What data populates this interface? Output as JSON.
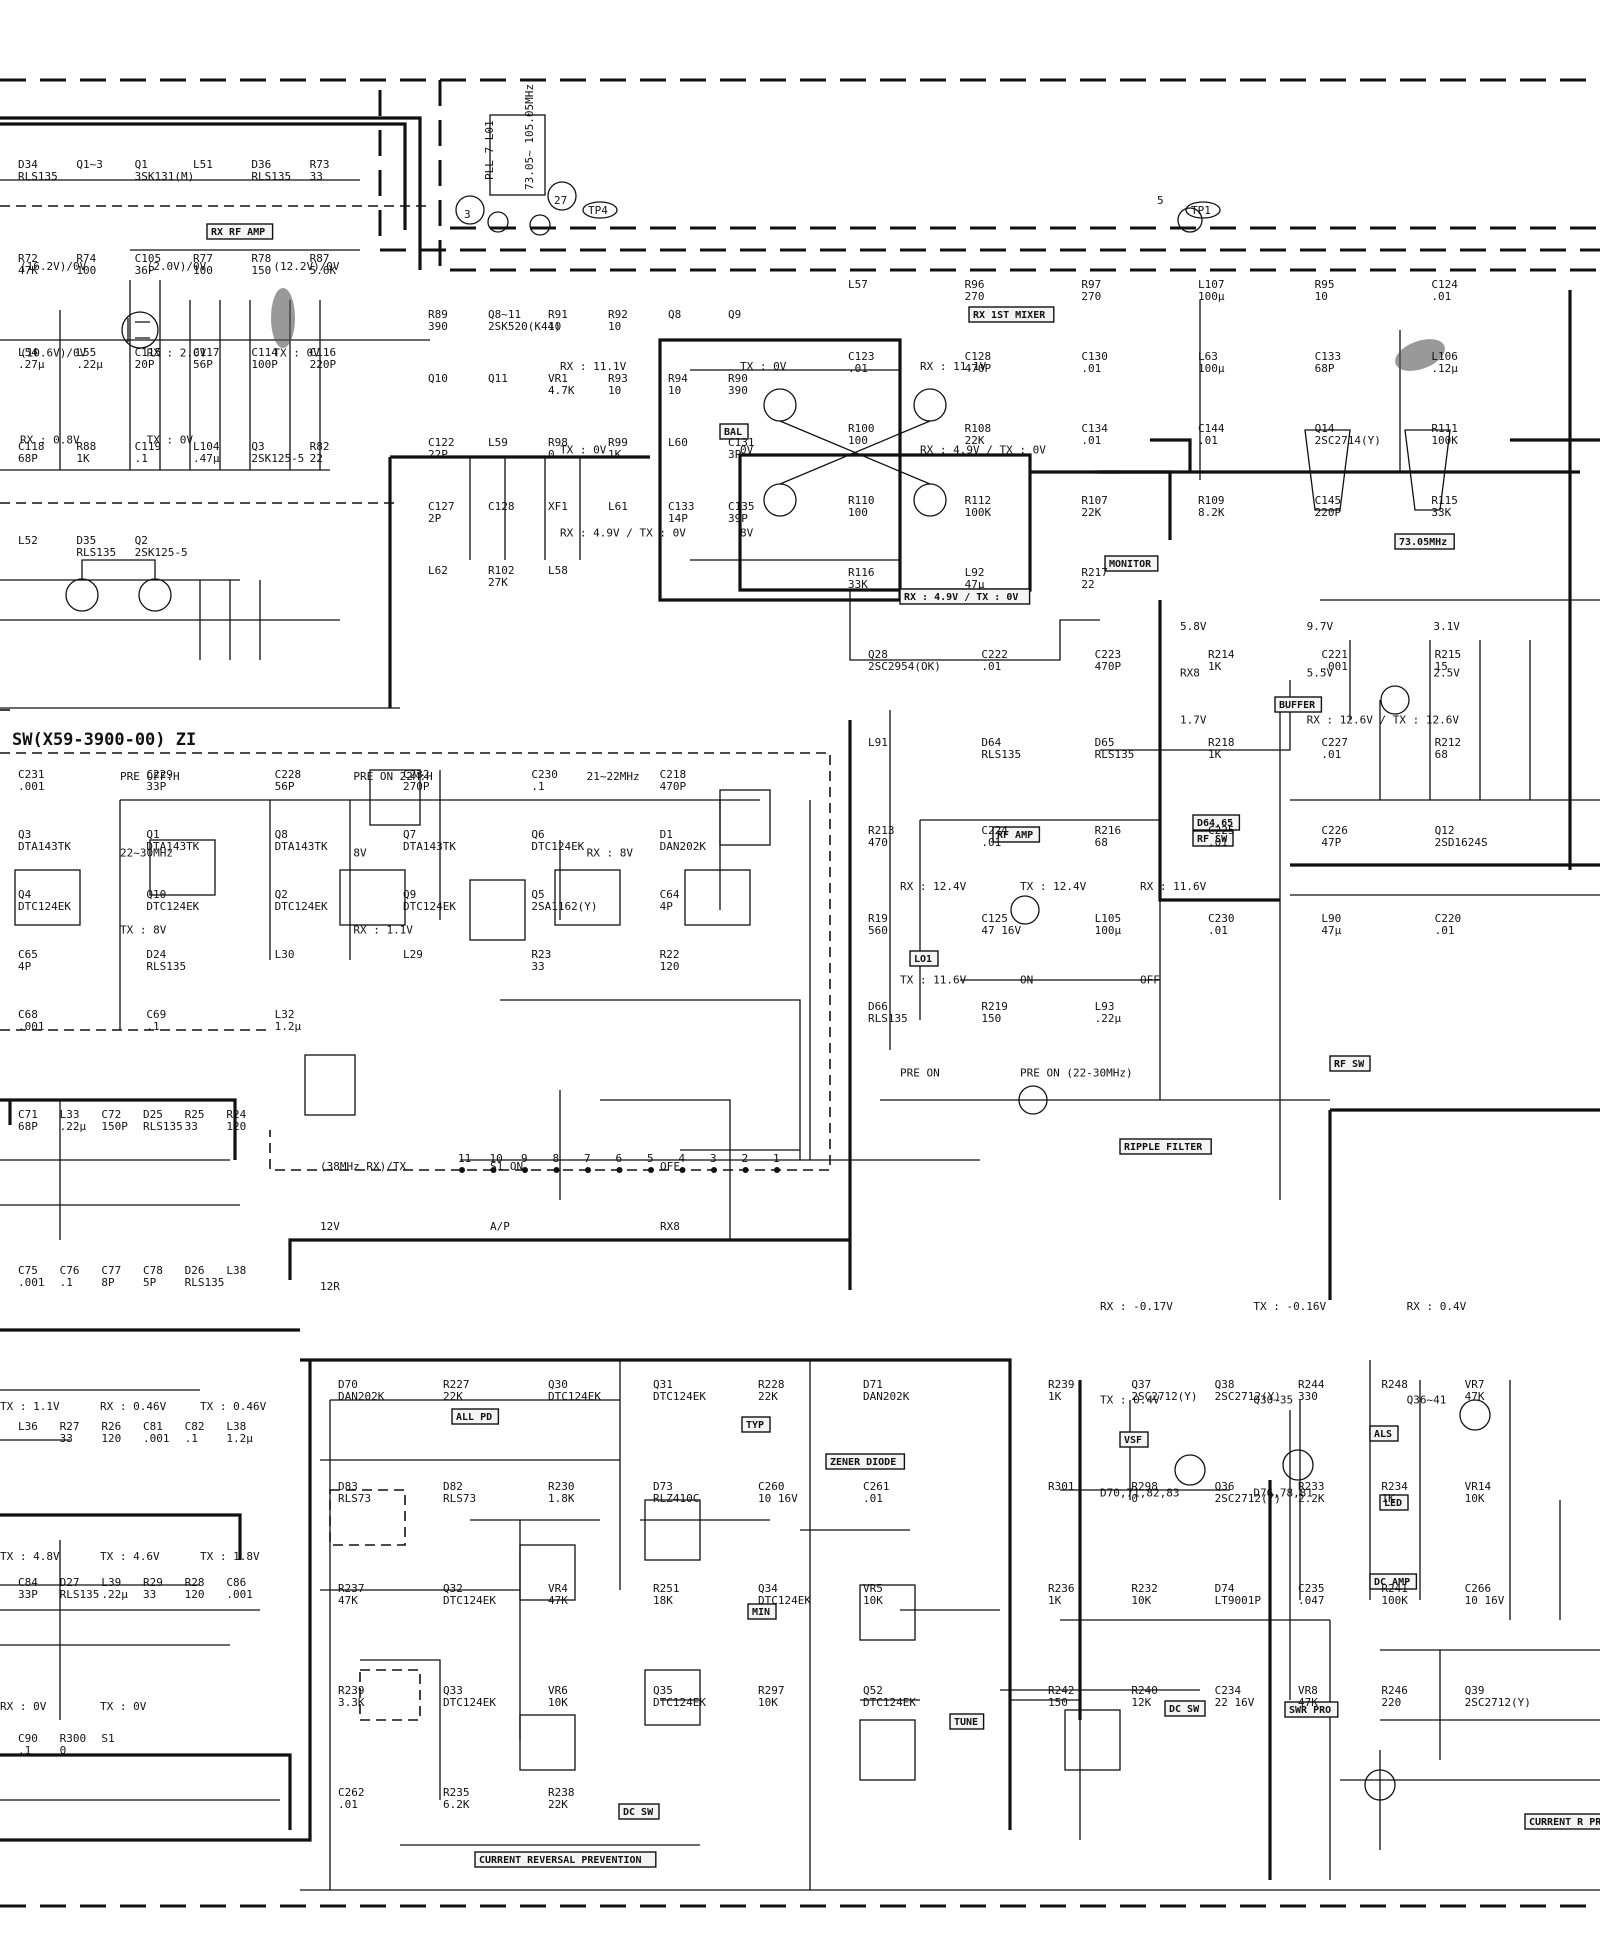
{
  "diagram": {
    "title": "SW(X59-3900-00) ZI",
    "boxed_labels": [
      "RX RF AMP",
      "RX 1ST MIXER",
      "BAL",
      "MONITOR",
      "RX : 4.9V / TX : 0V",
      "BUFFER",
      "73.05MHz",
      "RF AMP",
      "D64,65",
      "RF SW",
      "LO1",
      "RIPPLE FILTER",
      "RF SW",
      "ALL PD",
      "TYP",
      "ZENER DIODE",
      "MIN",
      "TUNE",
      "DC SW",
      "DC SW",
      "VSF",
      "ALS",
      "LED",
      "DC AMP",
      "SWR PRO",
      "CURRENT REVERSAL PREVENTION",
      "CURRENT R PREVENTION"
    ],
    "test_points": [
      {
        "num": "3",
        "name": ""
      },
      {
        "num": "27",
        "name": "TP4"
      },
      {
        "num": "5",
        "name": "TP1"
      }
    ],
    "oscillator_label": "PLL-7-L01",
    "freq_label": "73.05~ 105.05MHz",
    "components": [
      {
        "ref": "D34",
        "value": "RLS135"
      },
      {
        "ref": "Q1~3",
        "value": ""
      },
      {
        "ref": "Q1",
        "value": "3SK131(M)"
      },
      {
        "ref": "L51",
        "value": ""
      },
      {
        "ref": "D36",
        "value": "RLS135"
      },
      {
        "ref": "R73",
        "value": "33"
      },
      {
        "ref": "R72",
        "value": "47K"
      },
      {
        "ref": "R74",
        "value": "100"
      },
      {
        "ref": "C105",
        "value": "36P"
      },
      {
        "ref": "R77",
        "value": "100"
      },
      {
        "ref": "R78",
        "value": "150"
      },
      {
        "ref": "R87",
        "value": "5.6K"
      },
      {
        "ref": "L54",
        "value": ".27μ"
      },
      {
        "ref": "L55",
        "value": ".22μ"
      },
      {
        "ref": "C115",
        "value": "20P"
      },
      {
        "ref": "C117",
        "value": "56P"
      },
      {
        "ref": "C114",
        "value": "100P"
      },
      {
        "ref": "C116",
        "value": "220P"
      },
      {
        "ref": "C118",
        "value": "68P"
      },
      {
        "ref": "R88",
        "value": "1K"
      },
      {
        "ref": "C119",
        "value": ".1"
      },
      {
        "ref": "L104",
        "value": ".47μ"
      },
      {
        "ref": "Q3",
        "value": "2SK125-5"
      },
      {
        "ref": "R82",
        "value": "22"
      },
      {
        "ref": "L52",
        "value": ""
      },
      {
        "ref": "D35",
        "value": "RLS135"
      },
      {
        "ref": "Q2",
        "value": "2SK125-5"
      },
      {
        "ref": "R89",
        "value": "390"
      },
      {
        "ref": "Q8~11",
        "value": "2SK520(K44)"
      },
      {
        "ref": "R91",
        "value": "10"
      },
      {
        "ref": "R92",
        "value": "10"
      },
      {
        "ref": "Q8",
        "value": ""
      },
      {
        "ref": "Q9",
        "value": ""
      },
      {
        "ref": "Q10",
        "value": ""
      },
      {
        "ref": "Q11",
        "value": ""
      },
      {
        "ref": "VR1",
        "value": "4.7K"
      },
      {
        "ref": "R93",
        "value": "10"
      },
      {
        "ref": "R94",
        "value": "10"
      },
      {
        "ref": "R90",
        "value": "390"
      },
      {
        "ref": "C122",
        "value": "22P"
      },
      {
        "ref": "L59",
        "value": ""
      },
      {
        "ref": "R98",
        "value": "0"
      },
      {
        "ref": "R99",
        "value": "1K"
      },
      {
        "ref": "L60",
        "value": ""
      },
      {
        "ref": "C131",
        "value": "3P"
      },
      {
        "ref": "C127",
        "value": "2P"
      },
      {
        "ref": "C128",
        "value": ""
      },
      {
        "ref": "XF1",
        "value": ""
      },
      {
        "ref": "L61",
        "value": ""
      },
      {
        "ref": "C133",
        "value": "14P"
      },
      {
        "ref": "C135",
        "value": "39P"
      },
      {
        "ref": "L62",
        "value": ""
      },
      {
        "ref": "R102",
        "value": "27K"
      },
      {
        "ref": "L58",
        "value": ""
      },
      {
        "ref": "L57",
        "value": ""
      },
      {
        "ref": "R96",
        "value": "270"
      },
      {
        "ref": "R97",
        "value": "270"
      },
      {
        "ref": "L107",
        "value": "100μ"
      },
      {
        "ref": "R95",
        "value": "10"
      },
      {
        "ref": "C124",
        "value": ".01"
      },
      {
        "ref": "C123",
        "value": ".01"
      },
      {
        "ref": "C128",
        "value": "470P"
      },
      {
        "ref": "C130",
        "value": ".01"
      },
      {
        "ref": "L63",
        "value": "100μ"
      },
      {
        "ref": "C133",
        "value": "68P"
      },
      {
        "ref": "L106",
        "value": ".12μ"
      },
      {
        "ref": "R100",
        "value": "100"
      },
      {
        "ref": "R108",
        "value": "22K"
      },
      {
        "ref": "C134",
        "value": ".01"
      },
      {
        "ref": "C144",
        "value": ".01"
      },
      {
        "ref": "Q14",
        "value": "2SC2714(Y)"
      },
      {
        "ref": "R111",
        "value": "100K"
      },
      {
        "ref": "R110",
        "value": "100"
      },
      {
        "ref": "R112",
        "value": "100K"
      },
      {
        "ref": "R107",
        "value": "22K"
      },
      {
        "ref": "R109",
        "value": "8.2K"
      },
      {
        "ref": "C145",
        "value": "220P"
      },
      {
        "ref": "R115",
        "value": "33K"
      },
      {
        "ref": "R116",
        "value": "33K"
      },
      {
        "ref": "L92",
        "value": "47μ"
      },
      {
        "ref": "R217",
        "value": "22"
      },
      {
        "ref": "Q28",
        "value": "2SC2954(OK)"
      },
      {
        "ref": "C222",
        "value": ".01"
      },
      {
        "ref": "C223",
        "value": "470P"
      },
      {
        "ref": "R214",
        "value": "1K"
      },
      {
        "ref": "C221",
        "value": ".001"
      },
      {
        "ref": "R215",
        "value": "15"
      },
      {
        "ref": "L91",
        "value": ""
      },
      {
        "ref": "D64",
        "value": "RLS135"
      },
      {
        "ref": "D65",
        "value": "RLS135"
      },
      {
        "ref": "R218",
        "value": "1K"
      },
      {
        "ref": "C227",
        "value": ".01"
      },
      {
        "ref": "R212",
        "value": "68"
      },
      {
        "ref": "R213",
        "value": "470"
      },
      {
        "ref": "C224",
        "value": ".01"
      },
      {
        "ref": "R216",
        "value": "68"
      },
      {
        "ref": "C225",
        "value": ".01"
      },
      {
        "ref": "C226",
        "value": "47P"
      },
      {
        "ref": "Q12",
        "value": "2SD1624S"
      },
      {
        "ref": "R19",
        "value": "560"
      },
      {
        "ref": "C125",
        "value": "47 16V"
      },
      {
        "ref": "L105",
        "value": "100μ"
      },
      {
        "ref": "C230",
        "value": ".01"
      },
      {
        "ref": "L90",
        "value": "47μ"
      },
      {
        "ref": "C220",
        "value": ".01"
      },
      {
        "ref": "D66",
        "value": "RLS135"
      },
      {
        "ref": "R219",
        "value": "150"
      },
      {
        "ref": "L93",
        "value": ".22μ"
      },
      {
        "ref": "C231",
        "value": ".001"
      },
      {
        "ref": "C229",
        "value": "33P"
      },
      {
        "ref": "C228",
        "value": "56P"
      },
      {
        "ref": "C232",
        "value": "270P"
      },
      {
        "ref": "C230",
        "value": ".1"
      },
      {
        "ref": "C218",
        "value": "470P"
      },
      {
        "ref": "Q3",
        "value": "DTA143TK"
      },
      {
        "ref": "Q1",
        "value": "DTA143TK"
      },
      {
        "ref": "Q8",
        "value": "DTA143TK"
      },
      {
        "ref": "Q7",
        "value": "DTA143TK"
      },
      {
        "ref": "Q6",
        "value": "DTC124EK"
      },
      {
        "ref": "D1",
        "value": "DAN202K"
      },
      {
        "ref": "Q4",
        "value": "DTC124EK"
      },
      {
        "ref": "Q10",
        "value": "DTC124EK"
      },
      {
        "ref": "Q2",
        "value": "DTC124EK"
      },
      {
        "ref": "Q9",
        "value": "DTC124EK"
      },
      {
        "ref": "Q5",
        "value": "2SA1162(Y)"
      },
      {
        "ref": "C64",
        "value": "4P"
      },
      {
        "ref": "C65",
        "value": "4P"
      },
      {
        "ref": "D24",
        "value": "RLS135"
      },
      {
        "ref": "L30",
        "value": ""
      },
      {
        "ref": "L29",
        "value": ""
      },
      {
        "ref": "R23",
        "value": "33"
      },
      {
        "ref": "R22",
        "value": "120"
      },
      {
        "ref": "C68",
        "value": ".001"
      },
      {
        "ref": "C69",
        "value": ".1"
      },
      {
        "ref": "L32",
        "value": "1.2μ"
      },
      {
        "ref": "C71",
        "value": "68P"
      },
      {
        "ref": "L33",
        "value": ".22μ"
      },
      {
        "ref": "C72",
        "value": "150P"
      },
      {
        "ref": "D25",
        "value": "RLS135"
      },
      {
        "ref": "R25",
        "value": "33"
      },
      {
        "ref": "R24",
        "value": "120"
      },
      {
        "ref": "C75",
        "value": ".001"
      },
      {
        "ref": "C76",
        "value": ".1"
      },
      {
        "ref": "C77",
        "value": "8P"
      },
      {
        "ref": "C78",
        "value": "5P"
      },
      {
        "ref": "D26",
        "value": "RLS135"
      },
      {
        "ref": "L38",
        "value": ""
      },
      {
        "ref": "L36",
        "value": ""
      },
      {
        "ref": "R27",
        "value": "33"
      },
      {
        "ref": "R26",
        "value": "120"
      },
      {
        "ref": "C81",
        "value": ".001"
      },
      {
        "ref": "C82",
        "value": ".1"
      },
      {
        "ref": "L38",
        "value": "1.2μ"
      },
      {
        "ref": "C84",
        "value": "33P"
      },
      {
        "ref": "D27",
        "value": "RLS135"
      },
      {
        "ref": "L39",
        "value": ".22μ"
      },
      {
        "ref": "R29",
        "value": "33"
      },
      {
        "ref": "R28",
        "value": "120"
      },
      {
        "ref": "C86",
        "value": ".001"
      },
      {
        "ref": "C90",
        "value": ".1"
      },
      {
        "ref": "R300",
        "value": "0"
      },
      {
        "ref": "S1",
        "value": ""
      },
      {
        "ref": "D70",
        "value": "DAN202K"
      },
      {
        "ref": "R227",
        "value": "22K"
      },
      {
        "ref": "Q30",
        "value": "DTC124EK"
      },
      {
        "ref": "Q31",
        "value": "DTC124EK"
      },
      {
        "ref": "R228",
        "value": "22K"
      },
      {
        "ref": "D71",
        "value": "DAN202K"
      },
      {
        "ref": "D83",
        "value": "RLS73"
      },
      {
        "ref": "D82",
        "value": "RLS73"
      },
      {
        "ref": "R230",
        "value": "1.8K"
      },
      {
        "ref": "D73",
        "value": "RLZ410C"
      },
      {
        "ref": "C260",
        "value": "10 16V"
      },
      {
        "ref": "C261",
        "value": ".01"
      },
      {
        "ref": "R237",
        "value": "47K"
      },
      {
        "ref": "Q32",
        "value": "DTC124EK"
      },
      {
        "ref": "VR4",
        "value": "47K"
      },
      {
        "ref": "R251",
        "value": "18K"
      },
      {
        "ref": "Q34",
        "value": "DTC124EK"
      },
      {
        "ref": "VR5",
        "value": "10K"
      },
      {
        "ref": "R239",
        "value": "3.3K"
      },
      {
        "ref": "Q33",
        "value": "DTC124EK"
      },
      {
        "ref": "VR6",
        "value": "10K"
      },
      {
        "ref": "Q35",
        "value": "DTC124EK"
      },
      {
        "ref": "R297",
        "value": "10K"
      },
      {
        "ref": "Q52",
        "value": "DTC124EK"
      },
      {
        "ref": "C262",
        "value": ".01"
      },
      {
        "ref": "R235",
        "value": "6.2K"
      },
      {
        "ref": "R238",
        "value": "22K"
      },
      {
        "ref": "R239",
        "value": "1K"
      },
      {
        "ref": "Q37",
        "value": "2SC2712(Y)"
      },
      {
        "ref": "Q38",
        "value": "2SC2712(Y)"
      },
      {
        "ref": "R244",
        "value": "330"
      },
      {
        "ref": "R248",
        "value": ""
      },
      {
        "ref": "VR7",
        "value": "47K"
      },
      {
        "ref": "R301",
        "value": ""
      },
      {
        "ref": "R298",
        "value": "0"
      },
      {
        "ref": "Q36",
        "value": "2SC2712(Y)"
      },
      {
        "ref": "R233",
        "value": "2.2K"
      },
      {
        "ref": "R234",
        "value": "1K"
      },
      {
        "ref": "VR14",
        "value": "10K"
      },
      {
        "ref": "R236",
        "value": "1K"
      },
      {
        "ref": "R232",
        "value": "10K"
      },
      {
        "ref": "D74",
        "value": "LT9001P"
      },
      {
        "ref": "C235",
        "value": ".047"
      },
      {
        "ref": "R241",
        "value": "100K"
      },
      {
        "ref": "C266",
        "value": "10 16V"
      },
      {
        "ref": "R242",
        "value": "150"
      },
      {
        "ref": "R240",
        "value": "12K"
      },
      {
        "ref": "C234",
        "value": "22 16V"
      },
      {
        "ref": "VR8",
        "value": "47K"
      },
      {
        "ref": "R246",
        "value": "220"
      },
      {
        "ref": "Q39",
        "value": "2SC2712(Y)"
      }
    ],
    "annotations": [
      "(16.2V)/0V",
      "(2.0V)/0V",
      "(12.2V)/0V",
      "(10.6V)/0V",
      "RX : 2.0V",
      "TX : 0V",
      "RX : 0.8V",
      "TX : 0V",
      "RX : 11.1V",
      "TX : 0V",
      "RX : 11.1V",
      "TX : 0V",
      "0V",
      "RX : 4.9V / TX : 0V",
      "RX : 4.9V / TX : 0V",
      "8V",
      "5.8V",
      "9.7V",
      "3.1V",
      "RX8",
      "5.5V",
      "2.5V",
      "1.7V",
      "RX : 12.6V / TX : 12.6V",
      "RX : 12.4V",
      "TX : 12.4V",
      "RX : 11.6V",
      "TX : 11.6V",
      "ON",
      "OFF",
      "PRE ON",
      "PRE ON (22-30MHz)",
      "PRE OFF:H",
      "PRE ON 22M:H",
      "21~22MHz",
      "22~30MHz",
      "8V",
      "RX : 8V",
      "TX : 8V",
      "RX : 1.1V",
      "TX : 1.1V",
      "RX : 0.46V",
      "TX : 0.46V",
      "TX : 4.8V",
      "TX : 4.6V",
      "TX : 1.8V",
      "RX : 0V",
      "TX : 0V",
      "RX : -0.17V",
      "TX : -0.16V",
      "RX : 0.4V",
      "TX : 0.4V",
      "Q30~35",
      "Q36~41",
      "D70,71,82,83",
      "D76,78,81",
      "(38MHz RX)/TX",
      "S1 ON",
      "OFF",
      "12V",
      "A/P",
      "RX8",
      "12R"
    ],
    "connector_pins": [
      "11",
      "10",
      "9",
      "8",
      "7",
      "6",
      "5",
      "4",
      "3",
      "2",
      "1"
    ]
  }
}
